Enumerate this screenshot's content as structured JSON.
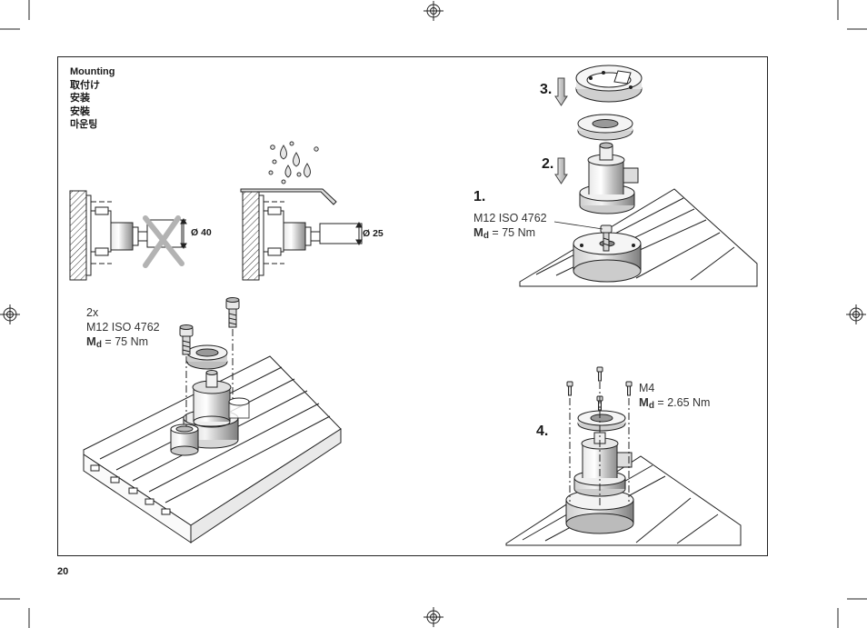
{
  "heading": {
    "lines": [
      "Mounting",
      "取付け",
      "安装",
      "安裝",
      "마운팅"
    ]
  },
  "page_number": "20",
  "details": {
    "wrong_diameter": "Ø 40",
    "right_diameter": "Ø 25"
  },
  "left_callout": {
    "count": "2x",
    "screw": "M12 ISO 4762",
    "md_symbol": "M",
    "md_sub": "d",
    "md_value": " = 75 Nm"
  },
  "step_labels": {
    "step1": "1.",
    "step2": "2.",
    "step3": "3.",
    "step4": "4."
  },
  "step1_callout": {
    "screw": "M12 ISO 4762",
    "md_symbol": "M",
    "md_sub": "d",
    "md_value": " = 75 Nm"
  },
  "step4_callout": {
    "screw": "M4",
    "md_symbol": "M",
    "md_sub": "d",
    "md_value": " = 2.65 Nm"
  }
}
